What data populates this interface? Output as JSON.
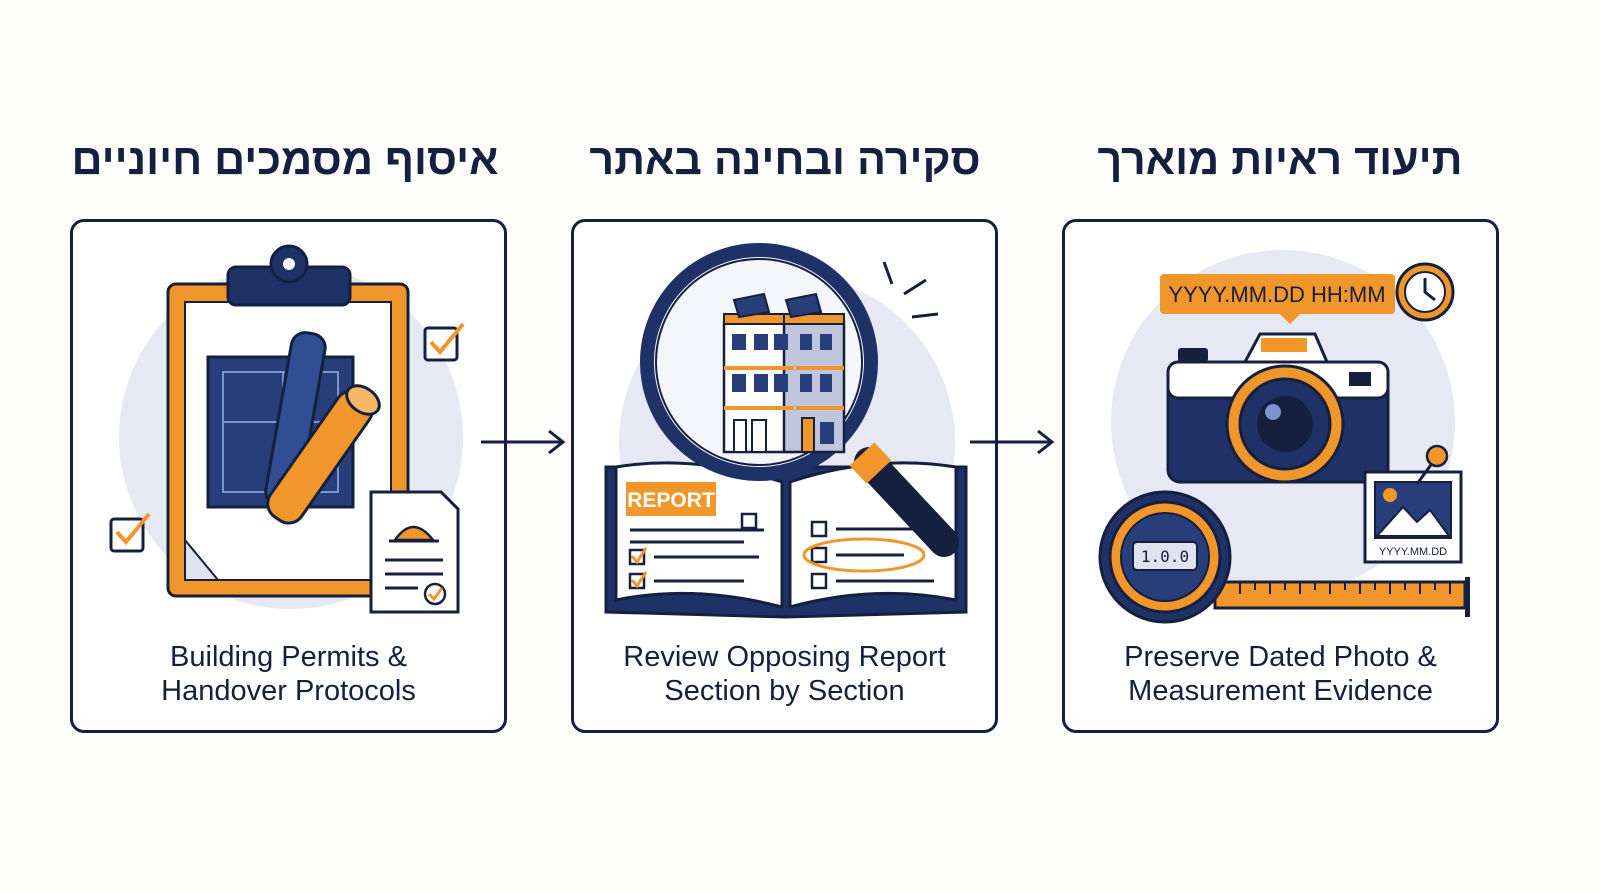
{
  "colors": {
    "navy": "#15203f",
    "blue": "#273e7a",
    "orange": "#f0962a",
    "circle_bg": "#e6e8f3",
    "background": "#fdfdfc"
  },
  "steps": [
    {
      "title": "איסוף מסמכים חיוניים",
      "caption_line1": "Building Permits &",
      "caption_line2": "Handover Protocols",
      "icons": [
        "clipboard-icon",
        "blueprint-roll-icon",
        "document-hardhat-icon",
        "checkbox-icon"
      ]
    },
    {
      "title": "סקירה ובחינה באתר",
      "caption_line1": "Review Opposing Report",
      "caption_line2": "Section by Section",
      "report_label": "REPORT",
      "icons": [
        "magnifying-glass-icon",
        "building-icon",
        "open-report-icon"
      ]
    },
    {
      "title": "תיעוד ראיות מוארך",
      "caption_line1": "Preserve Dated Photo &",
      "caption_line2": "Measurement Evidence",
      "timestamp_label": "YYYY.MM.DD HH:MM",
      "photo_date_label": "YYYY.MM.DD",
      "tape_reading": "1.0.0",
      "icons": [
        "camera-icon",
        "clock-icon",
        "tape-measure-icon",
        "photo-pin-icon"
      ]
    }
  ]
}
